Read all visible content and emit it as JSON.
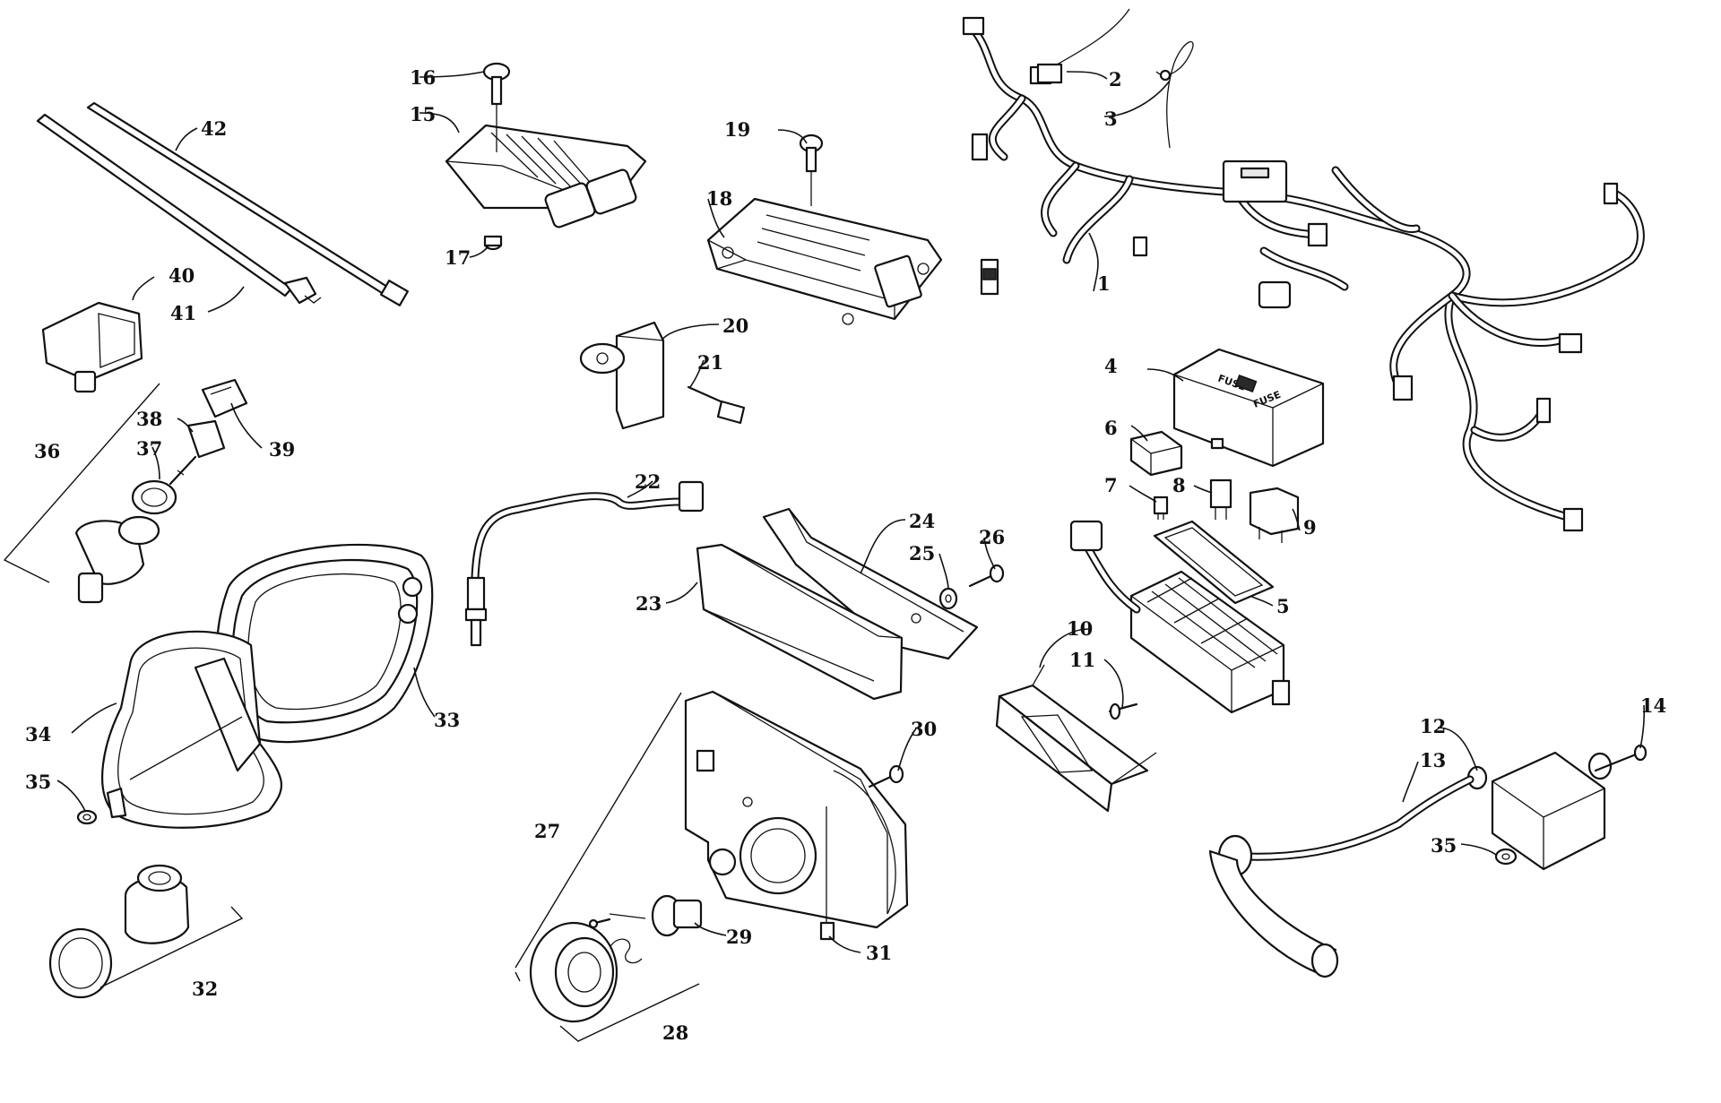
{
  "callouts": [
    "1",
    "2",
    "3",
    "4",
    "5",
    "6",
    "7",
    "8",
    "9",
    "10",
    "11",
    "12",
    "13",
    "14",
    "15",
    "16",
    "17",
    "18",
    "19",
    "20",
    "21",
    "22",
    "23",
    "24",
    "25",
    "26",
    "27",
    "28",
    "29",
    "30",
    "31",
    "32",
    "33",
    "34",
    "35",
    "35",
    "36",
    "37",
    "38",
    "39",
    "40",
    "41",
    "42"
  ],
  "stamps": {
    "fuse_top": "FUSE",
    "fuse_side": "FUSE"
  }
}
